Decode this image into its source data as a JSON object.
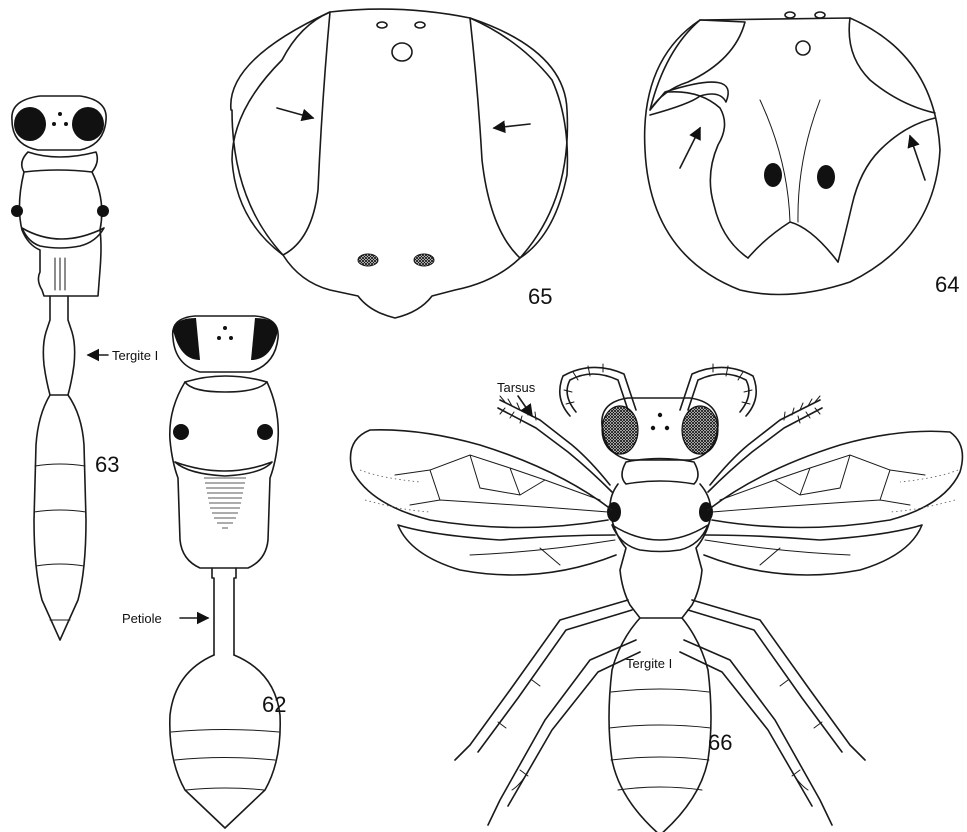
{
  "figures": {
    "fig62": {
      "number": "62",
      "label": "Petiole"
    },
    "fig63": {
      "number": "63",
      "label": "Tergite I"
    },
    "fig64": {
      "number": "64"
    },
    "fig65": {
      "number": "65"
    },
    "fig66": {
      "number": "66",
      "label_tarsus": "Tarsus",
      "label_tergite": "Tergite I"
    }
  },
  "colors": {
    "ink": "#1a1a1a",
    "background": "#ffffff"
  }
}
